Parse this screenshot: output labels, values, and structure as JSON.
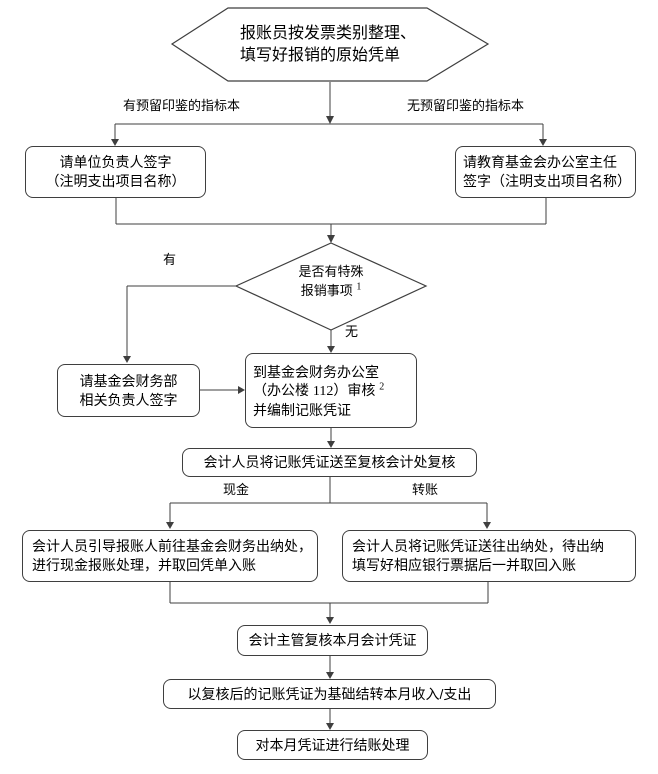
{
  "colors": {
    "line": "#3f3f3f",
    "text": "#000000",
    "background": "#ffffff"
  },
  "flowchart": {
    "start_hexagon": {
      "line1": "报账员按发票类别整理、",
      "line2": "填写好报销的原始凭单"
    },
    "branch_labels": {
      "has_seal": "有预留印鉴的指标本",
      "no_seal": "无预留印鉴的指标本"
    },
    "box_unit_leader": {
      "line1": "请单位负责人签字",
      "line2": "（注明支出项目名称）"
    },
    "box_office_director": {
      "line1": "请教育基金会办公室主任",
      "line2": "签字（注明支出项目名称）"
    },
    "decision_special": {
      "line1": "是否有特殊",
      "line2": "报销事项 ",
      "footnote": "1"
    },
    "decision_branch_labels": {
      "yes": "有",
      "no": "无"
    },
    "box_finance_dept": {
      "line1": "请基金会财务部",
      "line2": "相关负责人签字"
    },
    "box_audit": {
      "line1": "到基金会财务办公室",
      "line2_pre": "（办公楼 ",
      "line2_num": "112",
      "line2_post": "）审核 ",
      "line2_footnote": "2",
      "line3": "并编制记账凭证"
    },
    "box_review": {
      "text": "会计人员将记账凭证送至复核会计处复核"
    },
    "payment_branch_labels": {
      "cash": "现金",
      "transfer": "转账"
    },
    "box_cash": {
      "line1": "会计人员引导报账人前往基金会财务出纳处，",
      "line2": "进行现金报账处理，并取回凭单入账"
    },
    "box_transfer": {
      "line1": "会计人员将记账凭证送往出纳处，待出纳",
      "line2": "填写好相应银行票据后一并取回入账"
    },
    "box_monthly_review": {
      "text": "会计主管复核本月会计凭证"
    },
    "box_carryover": {
      "text": "以复核后的记账凭证为基础结转本月收入/支出"
    },
    "box_closing": {
      "text": "对本月凭证进行结账处理"
    }
  }
}
